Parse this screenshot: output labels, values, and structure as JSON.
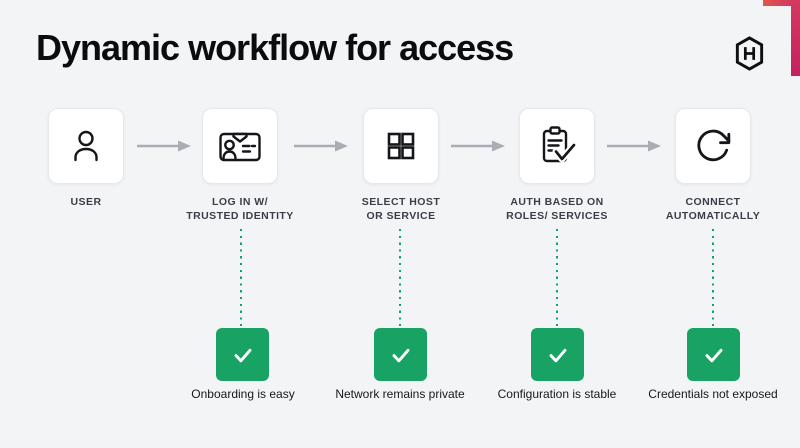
{
  "page": {
    "background_color": "#f3f4f6",
    "accent_red": "#e2554e",
    "accent_magenta": "#c32162"
  },
  "header": {
    "title": "Dynamic workflow for access",
    "logo": "hashicorp-logo"
  },
  "workflow": {
    "arrow_color": "#abadb4",
    "icon_color": "#15161a",
    "steps": [
      {
        "label": "USER",
        "icon": "user-icon"
      },
      {
        "label": "LOG IN W/\nTRUSTED IDENTITY",
        "icon": "id-badge-icon"
      },
      {
        "label": "SELECT HOST\nOR SERVICE",
        "icon": "grid-icon"
      },
      {
        "label": "AUTH BASED ON\nROLES/ SERVICES",
        "icon": "clipboard-check-icon"
      },
      {
        "label": "CONNECT\nAUTOMATICALLY",
        "icon": "refresh-icon"
      }
    ]
  },
  "benefits": {
    "box_color": "#18a263",
    "connector_color": "#12a173",
    "check_icon": "checkmark-icon",
    "items": [
      {
        "label": "Onboarding is easy"
      },
      {
        "label": "Network remains private"
      },
      {
        "label": "Configuration is stable"
      },
      {
        "label": "Credentials not exposed"
      }
    ]
  }
}
